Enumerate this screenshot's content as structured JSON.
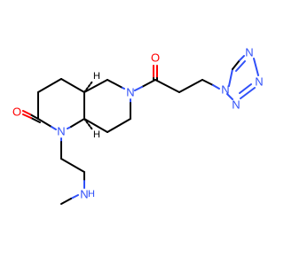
{
  "molecule": {
    "atoms": {
      "o_ketone": "O",
      "o_lactam": "O",
      "n_piperidine": "N",
      "n_lactam": "N",
      "n_amine": "N",
      "h_amine": "H",
      "h_upper": "H",
      "h_lower": "H",
      "n_tz1": "N",
      "n_tz2": "N",
      "n_tz3": "N",
      "n_tz4": "N"
    },
    "colors": {
      "carbon_bond": "#000000",
      "oxygen": "#ff0000",
      "nitrogen": "#3050f8",
      "hydrogen": "#000000"
    }
  }
}
